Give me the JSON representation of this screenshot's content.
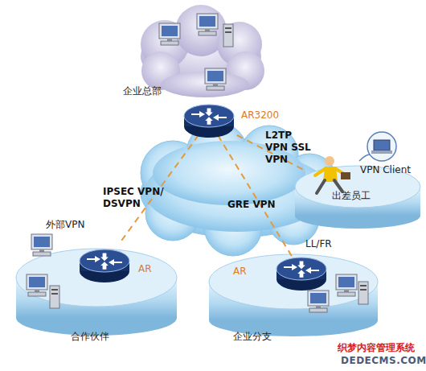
{
  "diagram": {
    "nodes": [
      {
        "text": [
          "企业总部",
          "AR3200"
        ]
      },
      {
        "text": [
          "外部VPN",
          "AR",
          "合作伙伴"
        ]
      },
      {
        "text": [
          "LL/FR",
          "AR",
          "企业分支"
        ]
      },
      {
        "text": [
          "VPN Client",
          "出差员工"
        ]
      }
    ],
    "edges": [
      {
        "from": 0,
        "to": 3,
        "label": "L2TP VPN SSL VPN",
        "arrow": "none"
      },
      {
        "from": 0,
        "to": 1,
        "label": "IPSEC VPN/ DSVPN",
        "arrow": "none"
      },
      {
        "from": 0,
        "to": 2,
        "label": "GRE VPN",
        "arrow": "none"
      }
    ],
    "labels": [
      "织梦内容管理系统",
      "DEDECMS.COM"
    ]
  }
}
